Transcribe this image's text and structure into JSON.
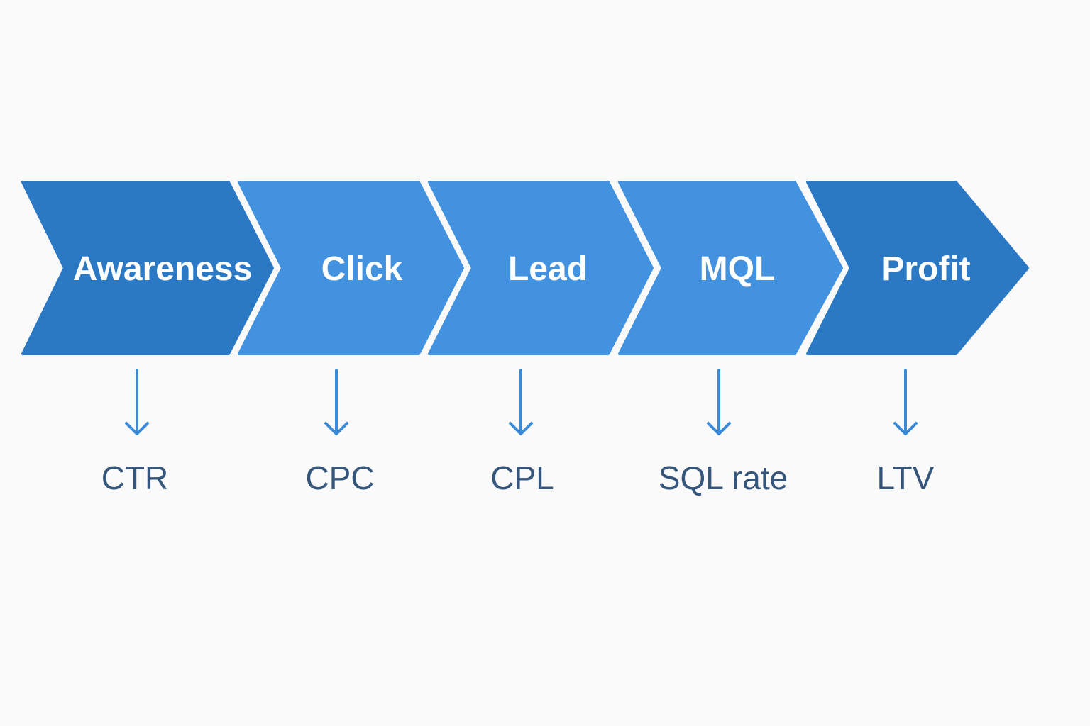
{
  "colors": {
    "background": "#fafafa",
    "stage_dark": "#2b78c4",
    "stage_light": "#4392e0",
    "arrow": "#3a8ad8",
    "metric_text": "#35557a",
    "stage_text": "#ffffff"
  },
  "stages": [
    {
      "label": "Awareness",
      "metric": "CTR",
      "shade": "dark"
    },
    {
      "label": "Click",
      "metric": "CPC",
      "shade": "light"
    },
    {
      "label": "Lead",
      "metric": "CPL",
      "shade": "light"
    },
    {
      "label": "MQL",
      "metric": "SQL rate",
      "shade": "light"
    },
    {
      "label": "Profit",
      "metric": "LTV",
      "shade": "dark"
    }
  ],
  "icons": {
    "arrow": "arrow-down-icon"
  }
}
